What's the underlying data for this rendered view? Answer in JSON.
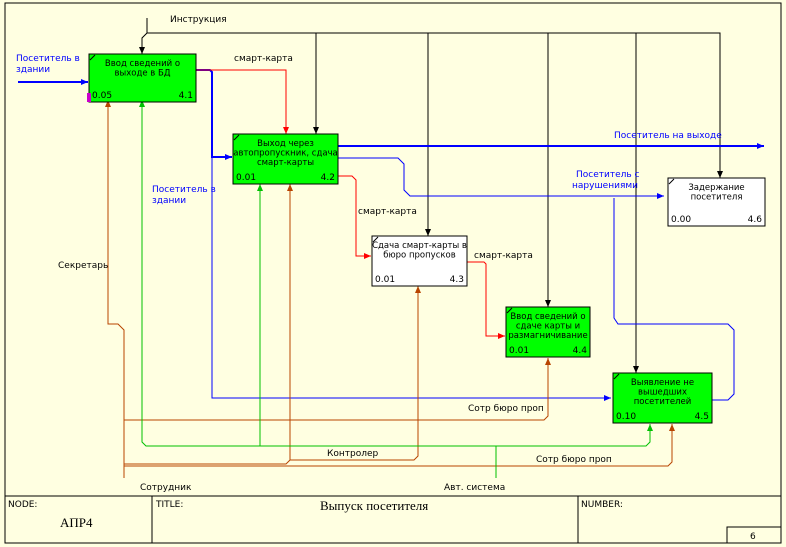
{
  "diagram": {
    "node_label": "NODE:",
    "node_value": "АПР4",
    "title_label": "TITLE:",
    "title_value": "Выпуск посетителя",
    "number_label": "NUMBER:",
    "page_number": "6"
  },
  "boxes": [
    {
      "id": "box-4-1",
      "lines": [
        "Ввод сведений о",
        "выходе в БД"
      ],
      "cost": "0.05",
      "num": "4.1",
      "fill": "#00ff00"
    },
    {
      "id": "box-4-2",
      "lines": [
        "Выход через",
        "автопропускник, сдача",
        "смарт-карты"
      ],
      "cost": "0.01",
      "num": "4.2",
      "fill": "#00ff00"
    },
    {
      "id": "box-4-3",
      "lines": [
        "Сдача смарт-карты в",
        "бюро пропусков"
      ],
      "cost": "0.01",
      "num": "4.3",
      "fill": "#ffffff"
    },
    {
      "id": "box-4-4",
      "lines": [
        "Ввод сведений о",
        "сдаче карты и",
        "размагничивание"
      ],
      "cost": "0.01",
      "num": "4.4",
      "fill": "#00ff00"
    },
    {
      "id": "box-4-5",
      "lines": [
        "Выявление не",
        "вышедших",
        "посетителей"
      ],
      "cost": "0.10",
      "num": "4.5",
      "fill": "#00ff00"
    },
    {
      "id": "box-4-6",
      "lines": [
        "Задержание",
        "посетителя"
      ],
      "cost": "0.00",
      "num": "4.6",
      "fill": "#ffffff"
    }
  ],
  "labels": {
    "instruction": "Инструкция",
    "visitor_in_building_1": [
      "Посетитель в",
      "здании"
    ],
    "smart_card_1": "смарт-карта",
    "visitor_at_exit": "Посетитель на выходе",
    "visitor_with_violations": [
      "Посетитель с",
      "нарушениями"
    ],
    "visitor_in_building_2": [
      "Посетитель в",
      "здании"
    ],
    "smart_card_2": "смарт-карта",
    "smart_card_3": "смарт-карта",
    "secretary": "Секретарь",
    "pass_office_staff_1": "Сотр бюро проп",
    "controller": "Контролер",
    "pass_office_staff_2": "Сотр бюро проп",
    "employee": "Сотрудник",
    "auto_system": "Авт. система"
  },
  "colors": {
    "input": "#0000ff",
    "output": "#0000ff",
    "control_red": "#ff0000",
    "control": "#000000",
    "mechanism_brown": "#b84400",
    "mechanism_green": "#00c000",
    "box_green": "#00ff00"
  }
}
